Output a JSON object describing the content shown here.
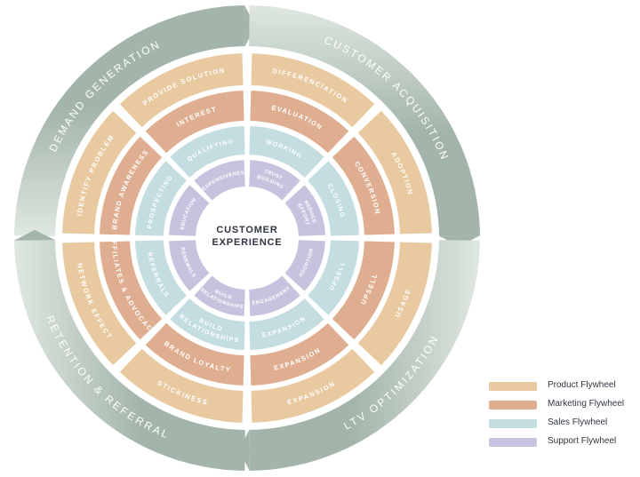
{
  "center": {
    "line1": "CUSTOMER",
    "line2": "EXPERIENCE"
  },
  "colors": {
    "outer_ring": "#a3b5aa",
    "outer_ring_light": "#dfe7e1",
    "outer_text": "#ffffff",
    "product": "#e8c9a0",
    "marketing": "#dfae90",
    "sales": "#c4dde0",
    "support": "#c9c2df",
    "segment_text": "#ffffff"
  },
  "quadrants": {
    "top_left": "DEMAND GENERATION",
    "top_right": "CUSTOMER ACQUISITION",
    "bottom_right": "LTV OPTIMIZATION",
    "bottom_left": "RETENTION & REFERRAL"
  },
  "rings": {
    "product": {
      "top_left": [
        "IDENTIFY PROBLEM",
        "PROVIDE SOLUTION"
      ],
      "top_right": [
        "DIFFERENCIATION",
        "ADOPTION"
      ],
      "bottom_right": [
        "USAGE",
        "EXPANSION"
      ],
      "bottom_left": [
        "STICKINESS",
        "NETWORK EFFECT"
      ]
    },
    "marketing": {
      "top_left": [
        "BRAND AWARENESS",
        "INTEREST"
      ],
      "top_right": [
        "EVALUATION",
        "CONVERSION"
      ],
      "bottom_right": [
        "UPSELL",
        "EXPANSION"
      ],
      "bottom_left": [
        "BRAND LOYALTY",
        "AFFILIATES & ADVOCACY"
      ]
    },
    "sales": {
      "top_left": [
        "PROSPECTING",
        "QUALIFYING"
      ],
      "top_right": [
        "WORKING",
        "CLOSING"
      ],
      "bottom_right": [
        "UPSELL",
        "EXPANSION"
      ],
      "bottom_left": [
        "BUILD RELATIONSHIPS",
        "REFERRALS"
      ]
    },
    "support": {
      "top_left": [
        "EDUCATION",
        "RESPONSIVENESS"
      ],
      "top_right": [
        "TRUST BUILDING",
        "REDUCE EFFORT"
      ],
      "bottom_right": [
        "ADOPTION",
        "ENGAGEMENT"
      ],
      "bottom_left": [
        "BUILD RELATIONSHIPS",
        "RENEWALS"
      ]
    }
  },
  "legend": [
    {
      "key": "product",
      "label": "Product Flywheel"
    },
    {
      "key": "marketing",
      "label": "Marketing Flywheel"
    },
    {
      "key": "sales",
      "label": "Sales Flywheel"
    },
    {
      "key": "support",
      "label": "Support Flywheel"
    }
  ]
}
